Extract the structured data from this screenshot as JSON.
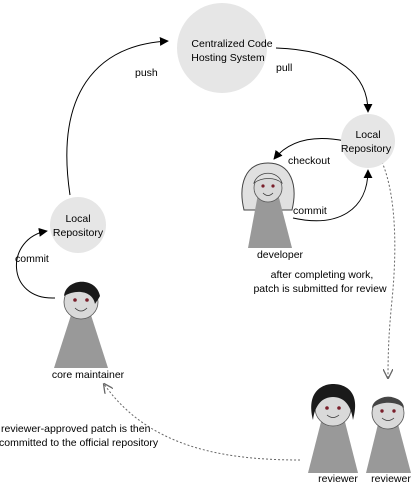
{
  "nodes": {
    "central": {
      "line1": "Centralized Code",
      "line2": "Hosting System"
    },
    "local_left": {
      "line1": "Local",
      "line2": "Repository"
    },
    "local_right": {
      "line1": "Local",
      "line2": "Repository"
    }
  },
  "edges": {
    "push": "push",
    "pull": "pull",
    "checkout": "checkout",
    "commit_right": "commit",
    "commit_left": "commit"
  },
  "people": {
    "developer": "developer",
    "core_maintainer": "core maintainer",
    "reviewer_1": "reviewer",
    "reviewer_2": "reviewer"
  },
  "notes": {
    "submitted_line1": "after completing work,",
    "submitted_line2": "patch is submitted for review",
    "approved_line1": "reviewer-approved patch is then",
    "approved_line2": "committed to the official repository"
  },
  "colors": {
    "node_fill": "#e6e6e6",
    "body_fill": "#999999",
    "face_fill": "#d9d9d9",
    "hair_dark": "#1a1a1a",
    "hair_grey": "#444444",
    "developer_hair": "#e0e0e0",
    "eye_color": "#7a1f2b"
  }
}
